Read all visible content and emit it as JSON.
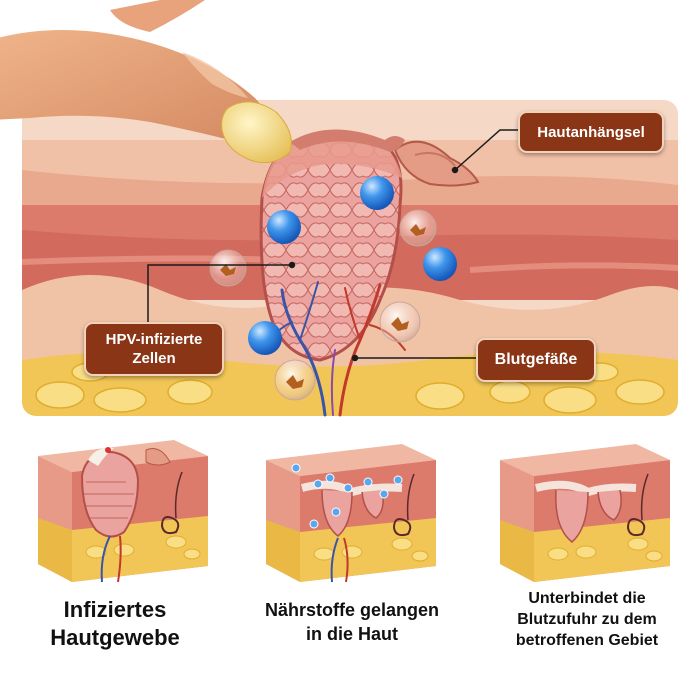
{
  "hero": {
    "labels": {
      "appendage": "Hautanhängsel",
      "hpv_line1": "HPV-infizierte",
      "hpv_line2": "Zellen",
      "vessels": "Blutgefäße"
    }
  },
  "steps": [
    {
      "line1": "Infiziertes",
      "line2": "Hautgewebe"
    },
    {
      "line1": "Nährstoffe gelangen",
      "line2": "in die Haut"
    },
    {
      "line1": "Unterbindet die",
      "line2": "Blutzufuhr zu dem",
      "line3": "betroffenen Gebiet"
    }
  ],
  "colors": {
    "callout_bg": "#8a3516",
    "skin_top": "#f2c2a8",
    "dermis": "#d9736a",
    "fat": "#f0c34a",
    "vein": "#3a55a8",
    "artery": "#c0392b",
    "bubble": "#3a8ee8"
  }
}
